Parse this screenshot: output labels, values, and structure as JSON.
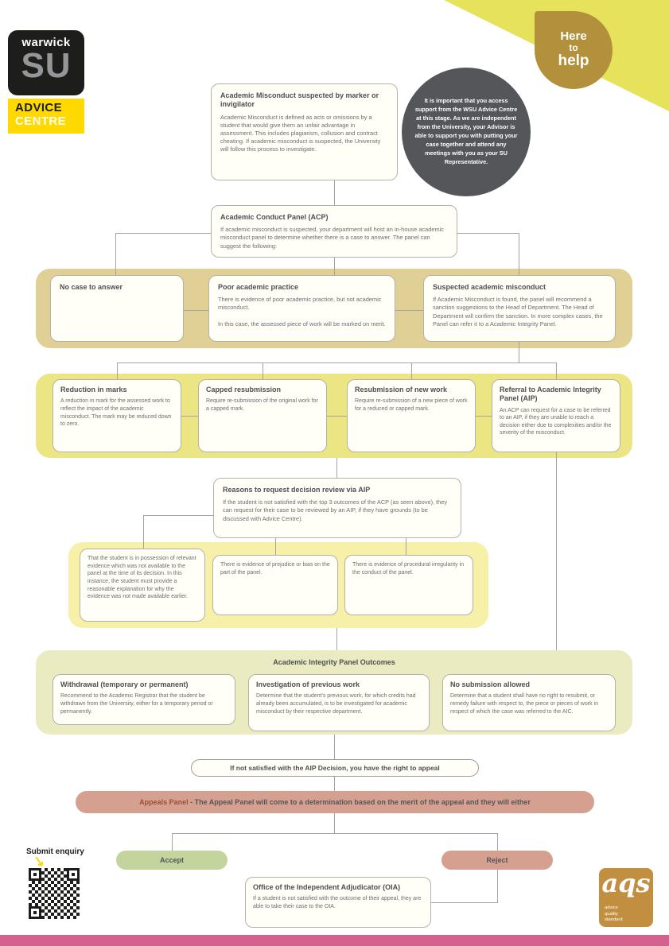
{
  "colors": {
    "brand_yellow": "#ffd900",
    "corner_yellow": "#e7e25b",
    "badge_gold": "#b3913c",
    "circle_gray": "#55565a",
    "band_tan": "#e0d096",
    "band_yellow": "#ece584",
    "band_pale_yellow": "#f6f0a8",
    "band_olive": "#eaebc0",
    "salmon": "#d6a091",
    "green": "#c3d59d",
    "footer_pink": "#d4618e"
  },
  "brand": {
    "warwick": "warwick",
    "su": "SU",
    "advice": "ADVICE",
    "centre": "CENTRE"
  },
  "badge": {
    "line1": "Here",
    "line2": "to",
    "line3": "help"
  },
  "advice_note": "It is important that you access support from the WSU Advice Centre at this stage. As we are independent from the University, your Advisor is able to support you with putting your case together and attend any meetings with you as your SU Representative.",
  "start": {
    "title": "Academic Misconduct suspected by marker or invigilator",
    "body": "Academic Misconduct is defined as acts or omissions by a student that would give them an unfair advantage in assessment. This includes plagiarism, collusion and contract cheating. If academic misconduct is suspected, the University will follow this process to investigate."
  },
  "acp": {
    "title": "Academic Conduct Panel (ACP)",
    "body": "If academic misconduct is suspected, your department will host an in-house academic misconduct panel to determine whether there is a case to answer. The panel can suggest the following:"
  },
  "acp_outcomes": [
    {
      "title": "No case to answer"
    },
    {
      "title": "Poor academic practice",
      "body": "There is evidence of poor academic practice, but not academic misconduct.\n\nIn this case, the assessed piece of work will be marked on merit."
    },
    {
      "title": "Suspected academic misconduct",
      "body": "If Academic Misconduct is found, the panel will recommend a sanction suggestions to the Head of Department. The Head of Department will confirm the sanction. In more complex cases, the Panel can refer it to a Academic Integrity Panel."
    }
  ],
  "sanctions": [
    {
      "title": "Reduction in marks",
      "body": "A reduction in mark for the assessed work to reflect the impact of the academic misconduct. The mark may be reduced down to zero."
    },
    {
      "title": "Capped resubmission",
      "body": "Require re-submission of the original work for a capped mark."
    },
    {
      "title": "Resubmission of new work",
      "body": "Require re-submission of a new piece of work for a reduced or capped mark."
    },
    {
      "title": "Referral to Academic Integrity Panel (AIP)",
      "body": "An ACP can request for a case to be referred to an AIP, if they are unable to reach a decision either due to complexities and/or the severity of the misconduct."
    }
  ],
  "review": {
    "title": "Reasons to request decision review via AIP",
    "body": "If the student is not satisfied with the top 3 outcomes of the ACP (as seen above), they can request for their case to be reviewed by an AIP, if they have grounds (to be discussed with Advice Centre)."
  },
  "grounds": [
    {
      "body": "That the student is in possession of relevant evidence which was not available to the panel at the time of its decision. In this instance, the student must provide a reasonable explanation for why the evidence was not made available earlier."
    },
    {
      "body": "There is evidence of prejudice or bias on the part of the panel."
    },
    {
      "body": "There is evidence of procedural irregularity in the conduct of the panel."
    }
  ],
  "aip": {
    "title": "Academic Integrity Panel Outcomes",
    "boxes": [
      {
        "title": "Withdrawal (temporary or permanent)",
        "body": "Recommend to the Academic Registrar that the student be withdrawn from the University, either for a temporary period or permanently."
      },
      {
        "title": "Investigation of previous work",
        "body": "Determine that the student's previous work, for which credits had already been accumulated, is to be investigated for academic misconduct by their respective department."
      },
      {
        "title": "No submission allowed",
        "body": "Determine that a student shall have no right to resubmit, or remedy failure with respect to, the piece or pieces of work in respect of which the case was referred to the AIC."
      }
    ]
  },
  "appeal_note": "If not satisfied with the AIP Decision, you have the right to appeal",
  "appeals": {
    "title": "Appeals Panel",
    "body": " - The Appeal Panel will come to a determination based on the merit of the appeal and they will either"
  },
  "accept_label": "Accept",
  "reject_label": "Reject",
  "oia": {
    "title": "Office of the Independent Adjudicator (OIA)",
    "body": "If a student is not satisfied with the outcome of their appeal, they are able to take their case to the OIA."
  },
  "enquiry_label": "Submit enquiry",
  "icons": {
    "down_arrow": "↘"
  },
  "aqs": {
    "name": "aqs",
    "caption": "advice\nquality\nstandard"
  }
}
